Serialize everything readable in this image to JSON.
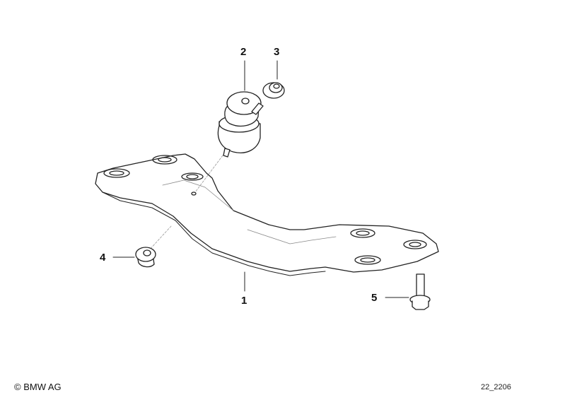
{
  "diagram": {
    "type": "parts-exploded-view",
    "callouts": [
      {
        "id": "1",
        "label": "1",
        "part": "transmission-crossmember"
      },
      {
        "id": "2",
        "label": "2",
        "part": "rubber-mount"
      },
      {
        "id": "3",
        "label": "3",
        "part": "hex-collar-nut"
      },
      {
        "id": "4",
        "label": "4",
        "part": "collar-nut"
      },
      {
        "id": "5",
        "label": "5",
        "part": "hex-flange-bolt"
      }
    ]
  },
  "footer": {
    "copyright": "© BMW AG",
    "diagram_code": "22_2206"
  }
}
